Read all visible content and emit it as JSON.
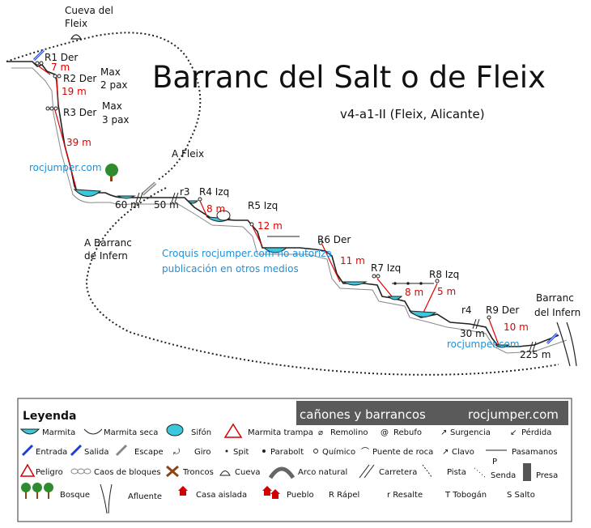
{
  "title": "Barranc del Salt o de Fleix",
  "subtitle": "v4-a1-II (Fleix, Alicante)",
  "labels": {
    "cueva_line1": "Cueva del",
    "cueva_line2": "Fleix",
    "r1": "R1 Der",
    "r1_len": "7 m",
    "r2": "R2 Der",
    "r2_len": "19 m",
    "r2_max1": "Max",
    "r2_max2": "2 pax",
    "r3": "R3 Der",
    "r3_len": "39 m",
    "r3_max1": "Max",
    "r3_max2": "3 pax",
    "a_fleix": "A Fleix",
    "a_barranc1": "A Barranc",
    "a_barranc2": "de Infern",
    "watermark1": "rocjumper.com",
    "watermark2": "rocjumper.com",
    "len_60": "60 m",
    "len_50": "50 m",
    "r3_small": "r3",
    "r4": "R4 Izq",
    "r4_len": "8 m",
    "r5": "R5 Izq",
    "r5_len": "12 m",
    "r6": "R6 Der",
    "r6_len": "11 m",
    "r7": "R7 Izq",
    "r7_len": "8 m",
    "r8": "R8 Izq",
    "r8_len": "5 m",
    "r4_small": "r4",
    "len_30": "30 m",
    "r9": "R9 Der",
    "r9_len": "10 m",
    "len_225": "225 m",
    "barranc_infern1": "Barranc",
    "barranc_infern2": "del Infern",
    "copyright1": "Croquis rocjumper.com no autoriza",
    "copyright2": "publicación en otros medios"
  },
  "legend": {
    "heading": "Leyenda",
    "banner_left": "cañones y barrancos",
    "banner_right": "rocjumper.com",
    "row1": [
      "Marmita",
      "Marmita seca",
      "Sifón",
      "Marmita trampa",
      "Remolino",
      "Rebufo",
      "Surgencia",
      "Pérdida"
    ],
    "row2": [
      "Entrada",
      "Salida",
      "Escape",
      "Giro",
      "Spit",
      "Parabolt",
      "Químico",
      "Puente de roca",
      "Clavo",
      "Pasamanos"
    ],
    "row3": [
      "Peligro",
      "Caos de bloques",
      "Troncos",
      "Cueva",
      "Arco natural",
      "Carretera",
      "Pista",
      "Senda",
      "Presa"
    ],
    "row4": [
      "Bosque",
      "Afluente",
      "Casa aislada",
      "Pueblo",
      "R Rápel",
      "r Resalte",
      "T Tobogán",
      "S Salto"
    ],
    "clavo_mark": "P",
    "rebufo_mark": "@"
  },
  "colors": {
    "water": "#3cc8dc",
    "rope": "#e00000",
    "watermark": "#1e90d8",
    "banner_bg": "#5a5a5a",
    "rock": "#222222",
    "tree_green": "#2e8b2e",
    "tree_trunk": "#8b4513",
    "danger": "#d40000",
    "house": "#d40000"
  }
}
